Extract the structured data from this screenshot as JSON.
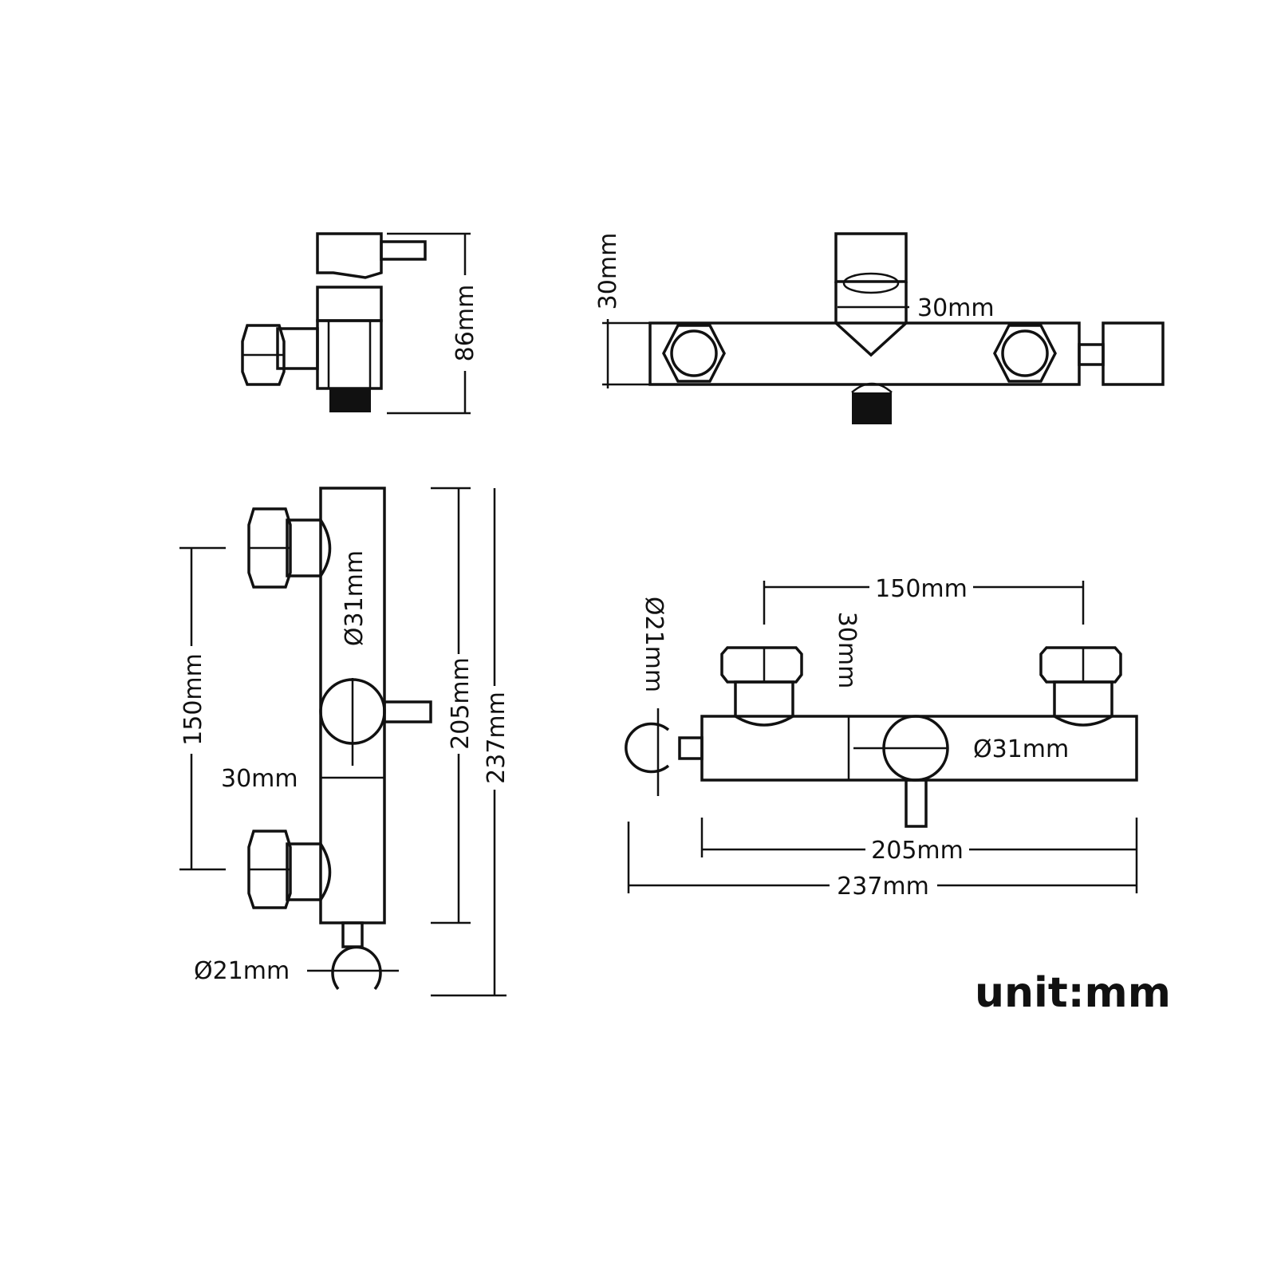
{
  "labels": {
    "side_top_height": "86mm",
    "top_view_depth": "30mm",
    "top_view_inlet": "30mm",
    "front_pitch": "150mm",
    "front_knob_dia": "Ø31mm",
    "front_bar_width": "30mm",
    "front_body_length": "205mm",
    "front_total_length": "237mm",
    "front_holder_dia": "Ø21mm",
    "h_pitch": "150mm",
    "h_holder_dia": "Ø21mm",
    "h_bar_depth": "30mm",
    "h_knob_dia": "Ø31mm",
    "h_body_length": "205mm",
    "h_total_length": "237mm",
    "unit": "unit:mm"
  },
  "colors": {
    "ink": "#111111",
    "background": "#ffffff"
  }
}
